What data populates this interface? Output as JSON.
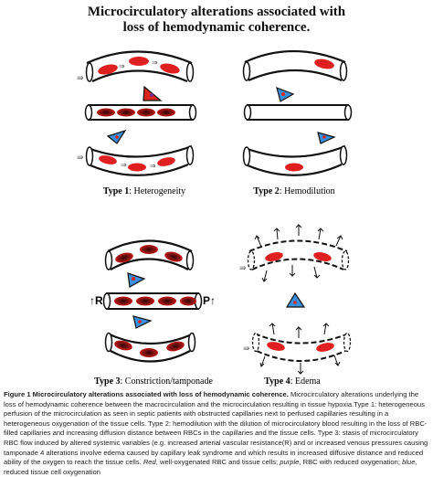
{
  "title": {
    "line1": "Microcirculatory alterations associated with",
    "line2": "loss of hemodynamic coherence."
  },
  "panels": [
    {
      "num": "Type 1",
      "name": ": Heterogeneity"
    },
    {
      "num": "Type 2",
      "name": ": Hemodilution"
    },
    {
      "num": "Type 3",
      "name": ": Constriction/tamponade"
    },
    {
      "num": "Type 4",
      "name": ": Edema"
    }
  ],
  "pressure_labels": {
    "left": "↑R",
    "right": "P↑"
  },
  "colors": {
    "rbc_red": "#e02020",
    "rbc_dark": "#701010",
    "tissue_red_triangle": "#d9261c",
    "tissue_purple_dot": "#7a2a8a",
    "tissue_blue_triangle": "#3a8fdc",
    "vessel_stroke": "#111111"
  },
  "caption": {
    "bold": "Figure 1 Microcirculatory alterations associated with loss of hemodynamic coherence.",
    "text": " Microcirculatory alterations underlying the loss of hemodynamic coherence between the macrocirculation and the microcirculation resulting in tissue hypoxia.Type 1: heterogeneous perfusion of the microcirculation as seen in septic patients with obstructed capillaries next to perfused capillaries resulting in a heterogeneous oxygenation of the tissue cells. Type 2: hemodilution with the dilution of microcirculatory blood resulting in the loss of RBC-filled capillaries and increasing diffusion distance between RBCs in the capillaries and the tissue cells. Type 3: stasis of microcirculatory RBC flow induced by altered systemic variables (e.g. increased arterial vascular resistance(R) and or increased venous pressures causing tamponade 4 alterations involve edema caused by capillary leak syndrome and which results in increased diffusive distance and reduced ability of the oxygen to reach the tissue cells. ",
    "legend_red": "Red",
    "legend_red_text": ", well-oxygenated RBC and tissue cells; ",
    "legend_purple": "purple",
    "legend_purple_text": ", RBC with reduced oxygenation; ",
    "legend_blue": "blue",
    "legend_blue_text": ", reduced tissue cell oxygenation"
  }
}
